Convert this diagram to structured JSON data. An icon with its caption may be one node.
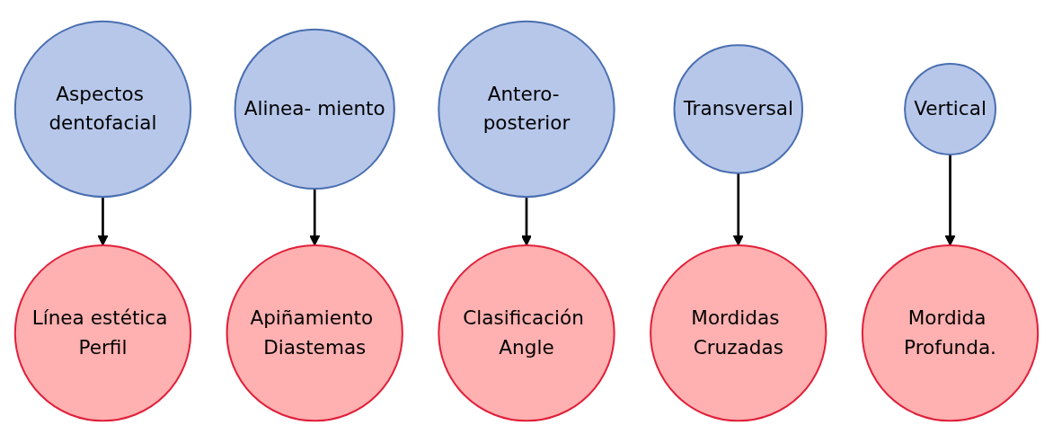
{
  "diagram": {
    "nodes": [
      {
        "text": [
          "Aspectos dentofacial"
        ]
      },
      {
        "text": [
          "Alinea- miento"
        ]
      },
      {
        "text": [
          "Antero- posterior"
        ]
      },
      {
        "text": [
          "Transversal"
        ]
      },
      {
        "text": [
          "Vertical"
        ]
      },
      {
        "text": [
          "Línea estética Perfil"
        ]
      },
      {
        "text": [
          "Apiñamiento Diastemas"
        ]
      },
      {
        "text": [
          "Clasificación Angle"
        ]
      },
      {
        "text": [
          "Mordidas Cruzadas"
        ]
      },
      {
        "text": [
          "Mordida Profunda."
        ]
      }
    ],
    "edges": [
      {
        "from": 0,
        "to": 5,
        "arrow": "to"
      },
      {
        "from": 1,
        "to": 6,
        "arrow": "to"
      },
      {
        "from": 2,
        "to": 7,
        "arrow": "to"
      },
      {
        "from": 3,
        "to": 8,
        "arrow": "to"
      },
      {
        "from": 4,
        "to": 9,
        "arrow": "to"
      }
    ]
  }
}
